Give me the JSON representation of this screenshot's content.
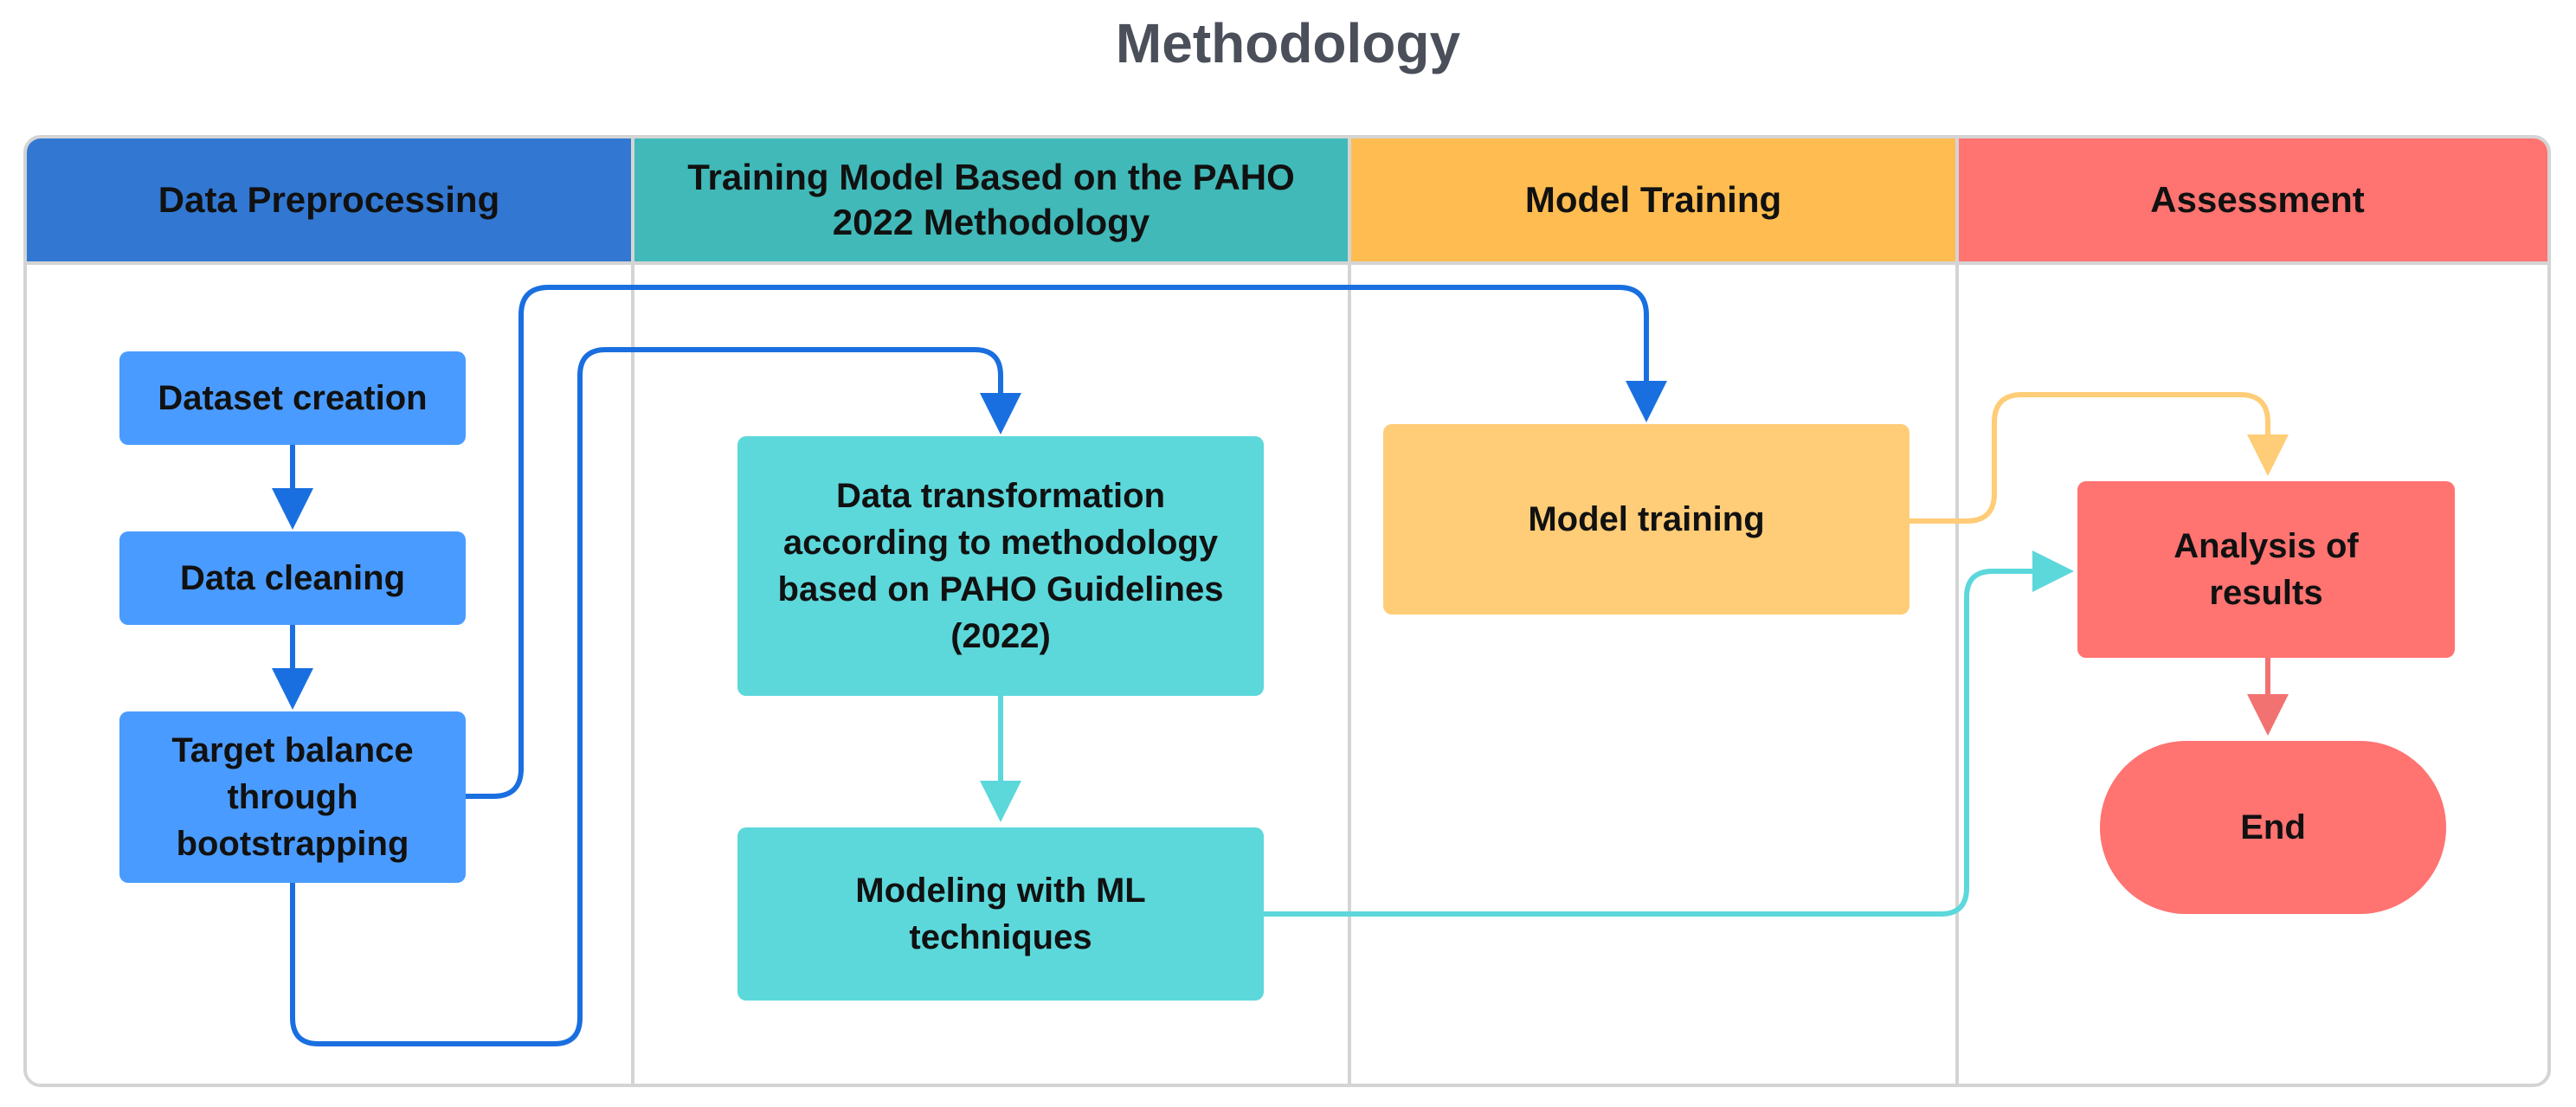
{
  "title": "Methodology",
  "lanes": [
    {
      "label": "Data Preprocessing",
      "color": "#3278d2"
    },
    {
      "label_line1": "Training Model Based on the PAHO",
      "label_line2": "2022 Methodology",
      "color": "#40b9b8"
    },
    {
      "label": "Model Training",
      "color": "#ffbc50"
    },
    {
      "label": "Assessment",
      "color": "#ff7370"
    }
  ],
  "nodes": {
    "dataset_creation": "Dataset creation",
    "data_cleaning": "Data cleaning",
    "target_balance": [
      "Target balance",
      "through",
      "bootstrapping"
    ],
    "data_transformation": [
      "Data transformation",
      "according to methodology",
      "based on PAHO Guidelines",
      "(2022)"
    ],
    "modeling_ml": [
      "Modeling with ML",
      "techniques"
    ],
    "model_training": "Model training",
    "analysis_results": [
      "Analysis of",
      "results"
    ],
    "end": "End"
  },
  "colors": {
    "blue_node": "#4a9bff",
    "teal_node": "#5cd8db",
    "yellow_node": "#ffcc77",
    "red_node": "#ff7371",
    "blue_edge": "#1a6fe0",
    "teal_edge": "#5cd8db",
    "yellow_edge": "#ffcc77",
    "red_edge": "#f27272"
  }
}
